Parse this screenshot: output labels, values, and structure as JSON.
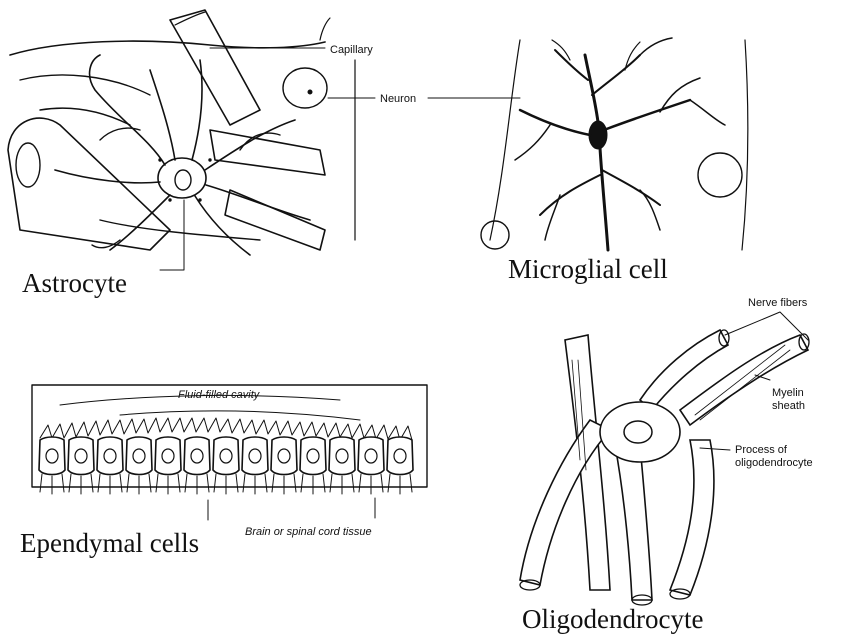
{
  "panels": {
    "astrocyte": {
      "title": "Astrocyte",
      "labels": {
        "capillary": "Capillary",
        "neuron": "Neuron"
      }
    },
    "microglia": {
      "title": "Microglial cell"
    },
    "ependymal": {
      "title": "Ependymal cells",
      "labels": {
        "cavity": "Fluid-filled cavity",
        "tissue": "Brain or spinal cord tissue"
      }
    },
    "oligodendrocyte": {
      "title": "Oligodendrocyte",
      "labels": {
        "nerve_fibers": "Nerve fibers",
        "myelin_line1": "Myelin",
        "myelin_line2": "sheath",
        "process_line1": "Process of",
        "process_line2": "oligodendrocyte"
      }
    }
  },
  "colors": {
    "ink": "#111111",
    "background": "#ffffff"
  }
}
